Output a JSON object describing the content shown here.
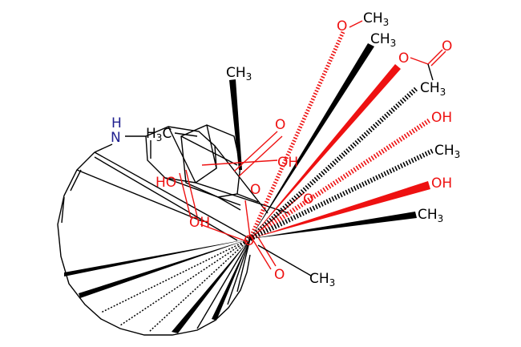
{
  "colors": {
    "bond": "#000000",
    "oxygen": "#ee1111",
    "nitrogen": "#1f1f8f",
    "background": "#ffffff"
  },
  "labels": {
    "methoxy_o": "O",
    "methoxy_ch": "CH",
    "methoxy_sub": "3",
    "top_ch": "CH",
    "top_sub": "3",
    "acetate_o": "O",
    "acetate_carbonyl_o": "O",
    "acetate_ch": "CH",
    "acetate_sub": "3",
    "upper_oh": "OH",
    "mid_ch": "CH",
    "mid_sub": "3",
    "lower_oh": "OH",
    "bottom_right_ch": "CH",
    "bottom_right_sub": "3",
    "left_top_ch": "CH",
    "left_top_sub": "3",
    "nh_h": "H",
    "nh_n": "N",
    "h3c_h": "H",
    "h3c_sub": "3",
    "h3c_c": "C",
    "ring_o_top": "O",
    "ring_oh_right": "OH",
    "ho_left": "HO",
    "ring_o_mid": "O",
    "ring_o_side": "O",
    "oh_center": "OH",
    "center_o": "O",
    "lower_carbonyl_o": "O",
    "lower_ch": "CH",
    "lower_sub": "3"
  }
}
